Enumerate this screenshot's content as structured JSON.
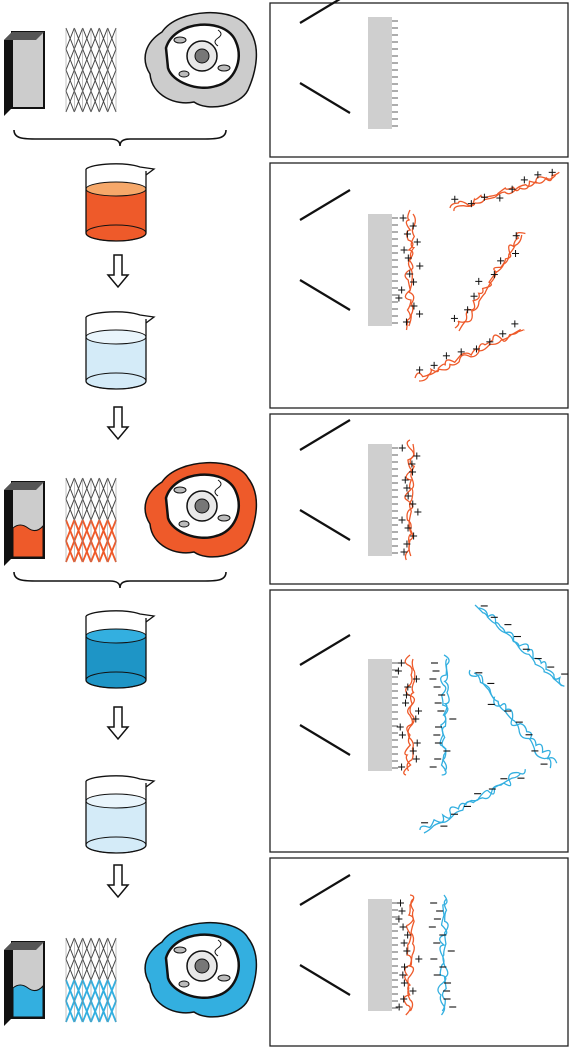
{
  "colors": {
    "polycation": "#ee5a2a",
    "polyanion": "#33afe0",
    "orange_light": "#f6a86a",
    "blue_light": "#d4ebf8",
    "outline": "#1a1a1a",
    "substrate_gray": "#cfcfcf",
    "cell_gray": "#cccccc",
    "panel_border": "#222222"
  },
  "stages": [
    {
      "id": "bare-substrates",
      "coating": "none"
    },
    {
      "id": "polycation-solution",
      "color": "polycation"
    },
    {
      "id": "rinse-1",
      "color": "rinse"
    },
    {
      "id": "cation-coated-substrates",
      "coating": "polycation"
    },
    {
      "id": "polyanion-solution",
      "color": "polyanion"
    },
    {
      "id": "rinse-2",
      "color": "rinse"
    },
    {
      "id": "bilayer-coated-substrates",
      "coating": "polyanion"
    }
  ],
  "panels": [
    {
      "id": "panel-bare",
      "layers": [],
      "free_chains": "none"
    },
    {
      "id": "panel-polycation-adsorption",
      "layers": [
        "polycation"
      ],
      "free_chains": "polycation"
    },
    {
      "id": "panel-after-rinse",
      "layers": [
        "polycation"
      ],
      "free_chains": "none"
    },
    {
      "id": "panel-polyanion-adsorption",
      "layers": [
        "polycation",
        "polyanion"
      ],
      "free_chains": "polyanion"
    },
    {
      "id": "panel-bilayer",
      "layers": [
        "polycation",
        "polyanion"
      ],
      "free_chains": "none"
    }
  ],
  "icons": [
    "slide-icon",
    "stent-icon",
    "cell-icon",
    "beaker-icon",
    "down-arrow-icon",
    "brace-icon",
    "polymer-chain-icon",
    "charge-plus-icon",
    "charge-minus-icon",
    "substrate-surface-icon"
  ]
}
